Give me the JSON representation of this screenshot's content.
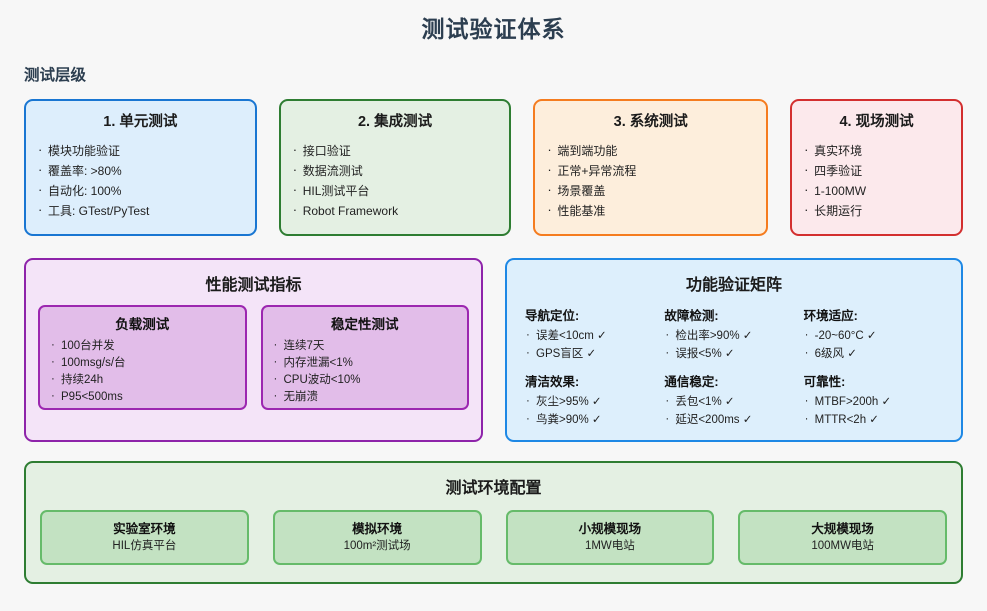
{
  "title": "测试验证体系",
  "section_label": "测试层级",
  "levels": [
    {
      "title": "1. 单元测试",
      "items": [
        "模块功能验证",
        "覆盖率: >80%",
        "自动化: 100%",
        "工具: GTest/PyTest"
      ],
      "border_color": "#1976d2",
      "fill_color": "#ddeefc"
    },
    {
      "title": "2. 集成测试",
      "items": [
        "接口验证",
        "数据流测试",
        "HIL测试平台",
        "Robot Framework"
      ],
      "border_color": "#2e7d32",
      "fill_color": "#e4f0e3"
    },
    {
      "title": "3. 系统测试",
      "items": [
        "端到端功能",
        "正常+异常流程",
        "场景覆盖",
        "性能基准"
      ],
      "border_color": "#f57c1f",
      "fill_color": "#fdeedc"
    },
    {
      "title": "4. 现场测试",
      "items": [
        "真实环境",
        "四季验证",
        "1-100MW",
        "长期运行"
      ],
      "border_color": "#d32f2f",
      "fill_color": "#fce9ec"
    }
  ],
  "performance": {
    "title": "性能测试指标",
    "border_color": "#8e24aa",
    "fill_color": "#f4e4f8",
    "subs": [
      {
        "title": "负载测试",
        "items": [
          "100台并发",
          "100msg/s/台",
          "持续24h",
          "P95<500ms"
        ]
      },
      {
        "title": "稳定性测试",
        "items": [
          "连续7天",
          "内存泄漏<1%",
          "CPU波动<10%",
          "无崩溃"
        ]
      }
    ]
  },
  "matrix": {
    "title": "功能验证矩阵",
    "border_color": "#1e88e5",
    "fill_color": "#ddeffc",
    "groups": [
      {
        "title": "导航定位:",
        "items": [
          "误差<10cm ✓",
          "GPS盲区 ✓"
        ]
      },
      {
        "title": "故障检测:",
        "items": [
          "检出率>90% ✓",
          "误报<5% ✓"
        ]
      },
      {
        "title": "环境适应:",
        "items": [
          "-20~60°C ✓",
          "6级风 ✓"
        ]
      },
      {
        "title": "清洁效果:",
        "items": [
          "灰尘>95% ✓",
          "鸟粪>90% ✓"
        ]
      },
      {
        "title": "通信稳定:",
        "items": [
          "丢包<1% ✓",
          "延迟<200ms ✓"
        ]
      },
      {
        "title": "可靠性:",
        "items": [
          "MTBF>200h ✓",
          "MTTR<2h ✓"
        ]
      }
    ]
  },
  "environment": {
    "title": "测试环境配置",
    "border_color": "#2e7d32",
    "fill_color": "#e4f0e3",
    "boxes": [
      {
        "name": "实验室环境",
        "desc": "HIL仿真平台"
      },
      {
        "name": "模拟环境",
        "desc": "100m²测试场"
      },
      {
        "name": "小规模现场",
        "desc": "1MW电站"
      },
      {
        "name": "大规模现场",
        "desc": "100MW电站"
      }
    ]
  }
}
